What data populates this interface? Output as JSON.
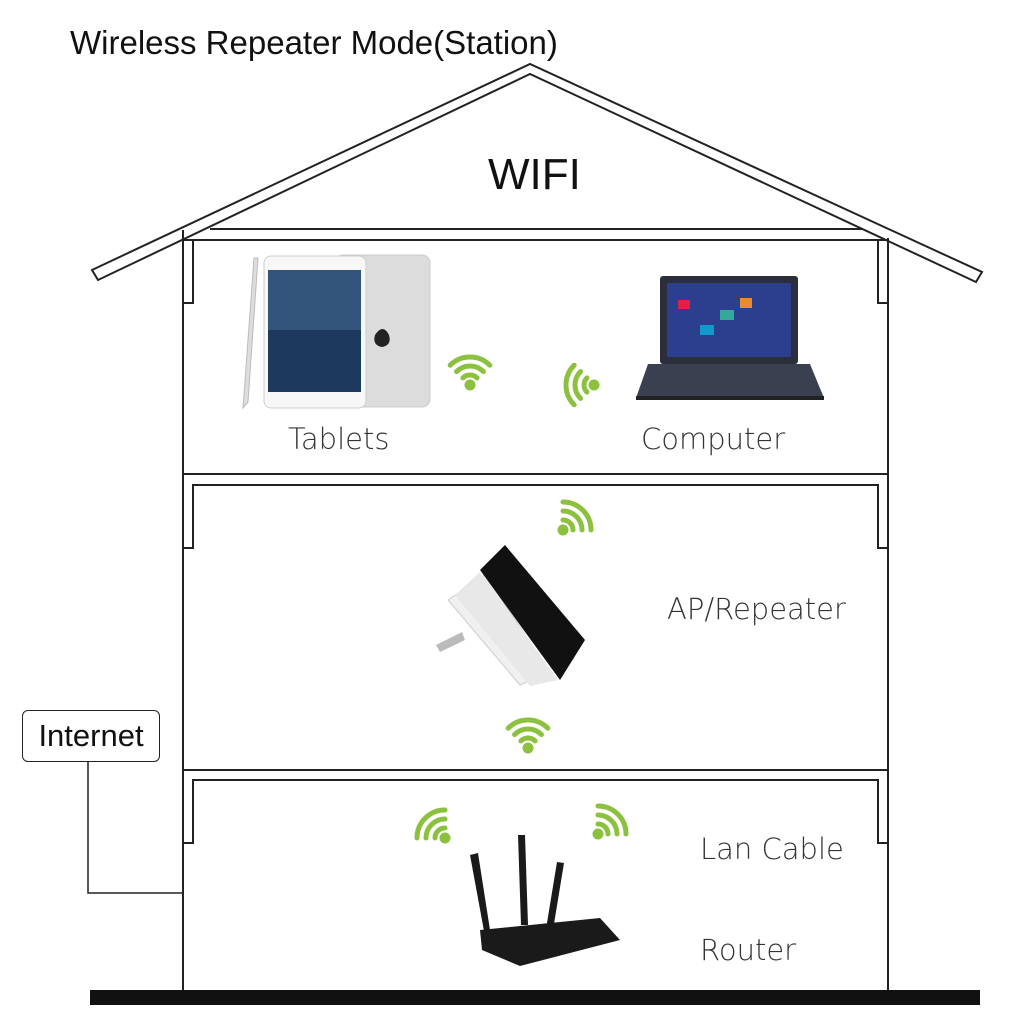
{
  "title": "Wireless Repeater Mode(Station)",
  "roof_label": "WIFI",
  "floors": {
    "top": {
      "left_label": "Tablets",
      "right_label": "Computer"
    },
    "middle": {
      "label": "AP/Repeater"
    },
    "bottom": {
      "cable_label": "Lan Cable",
      "device_label": "Router"
    }
  },
  "internet_label": "Internet",
  "colors": {
    "signal": "#8cc13f",
    "line": "#222222"
  }
}
